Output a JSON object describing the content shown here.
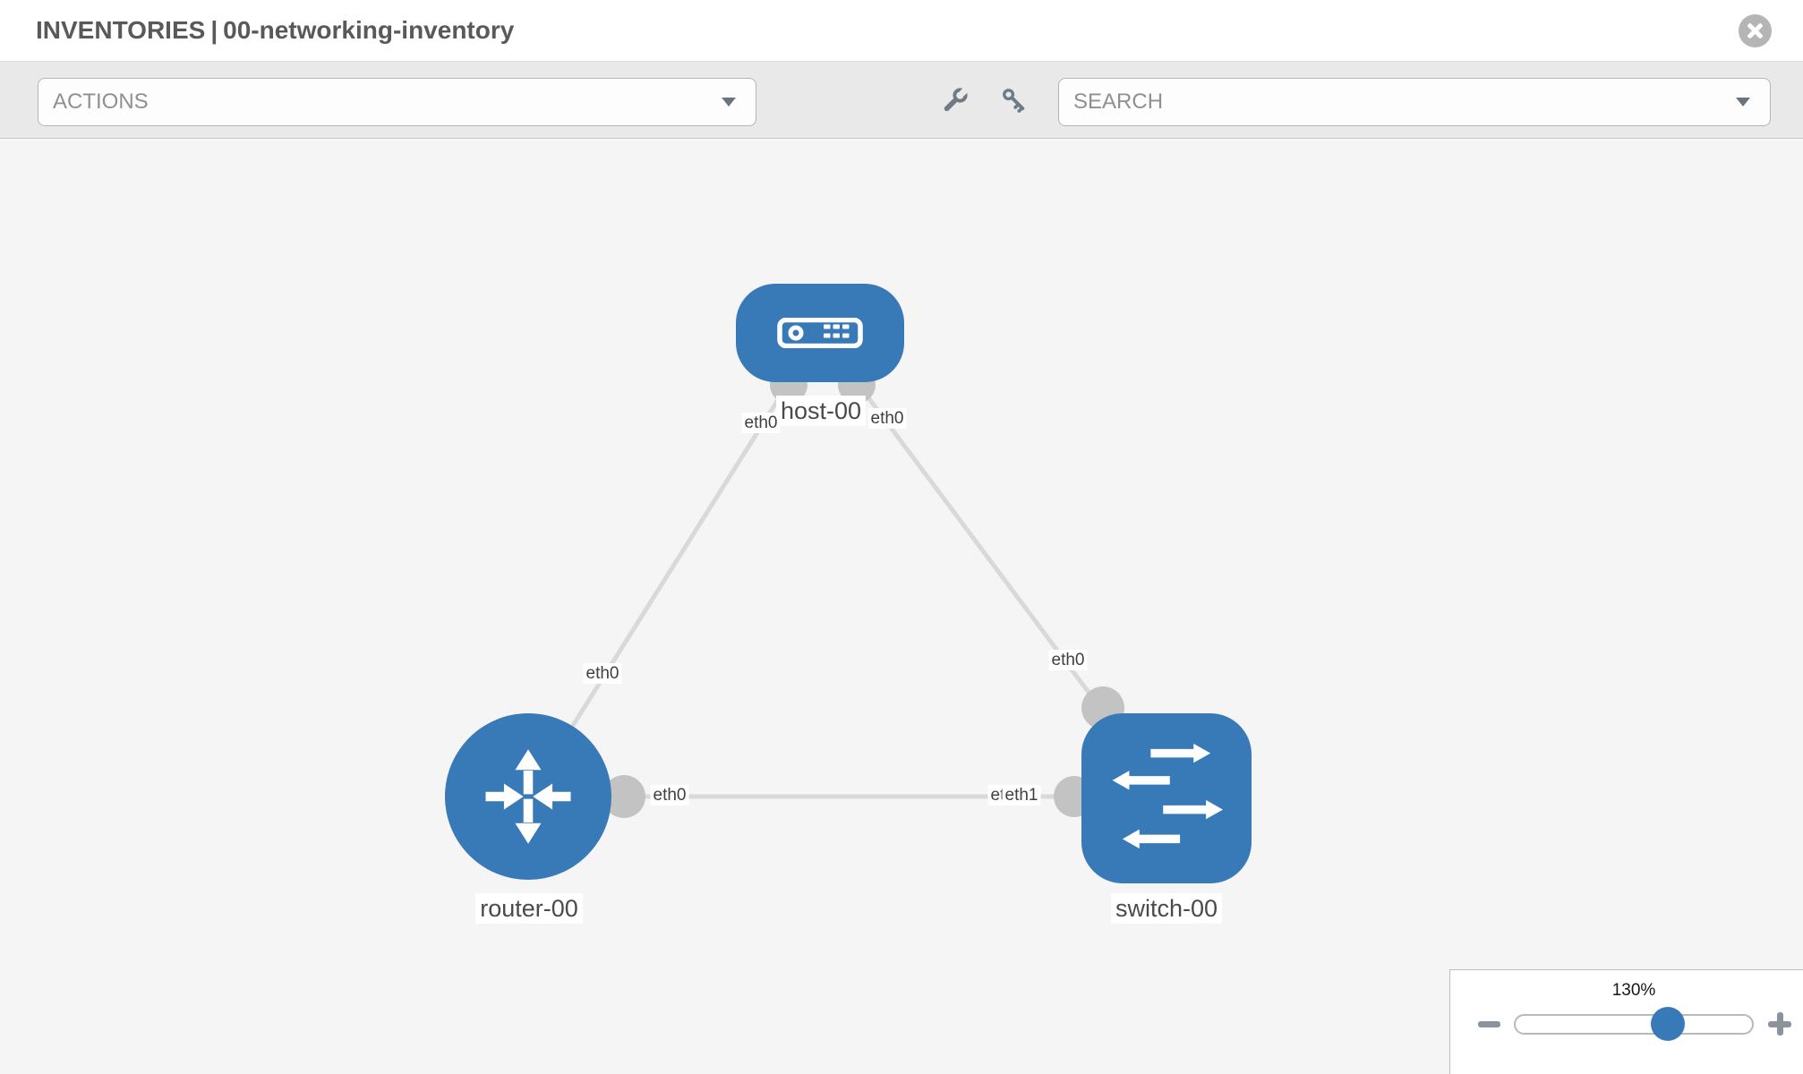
{
  "header": {
    "breadcrumb_primary": "INVENTORIES",
    "breadcrumb_separator": "|",
    "breadcrumb_secondary": "00-networking-inventory"
  },
  "toolbar": {
    "actions_label": "ACTIONS",
    "search_label": "SEARCH"
  },
  "icons": {
    "close-icon": "css-circle-x",
    "wrench-icon": "svg-wrench",
    "key-icon": "svg-key",
    "actions-caret-icon": "css-triangle-down",
    "search-caret-icon": "css-triangle-down",
    "host-icon": "svg-server",
    "router-icon": "svg-route-arrows",
    "switch-icon": "svg-switch-arrows",
    "zoom-out-icon": "css-minus",
    "zoom-in-icon": "css-plus"
  },
  "colors": {
    "node_blue": "#3879b7",
    "link_gray": "#d9d9d9",
    "port_gray": "#c3c3c3",
    "canvas_bg": "#f5f5f5",
    "toolbar_bg": "#e9e9e9"
  },
  "topology": {
    "nodes": [
      {
        "id": "host-00",
        "type": "host"
      },
      {
        "id": "router-00",
        "type": "router"
      },
      {
        "id": "switch-00",
        "type": "switch"
      }
    ],
    "links": [
      {
        "from": "host-00",
        "to": "router-00"
      },
      {
        "from": "host-00",
        "to": "switch-00"
      },
      {
        "from": "router-00",
        "to": "switch-00"
      }
    ],
    "interface_labels": [
      {
        "text": "eth0",
        "link": "host-router",
        "end": "host"
      },
      {
        "text": "eth0",
        "link": "host-switch",
        "end": "host"
      },
      {
        "text": "eth0",
        "link": "host-router",
        "end": "router"
      },
      {
        "text": "eth0",
        "link": "host-switch",
        "end": "switch"
      },
      {
        "text": "eth0",
        "link": "router-switch",
        "end": "router"
      },
      {
        "text": "eth0",
        "link": "router-switch",
        "end": "switch-under"
      },
      {
        "text": "eth1",
        "link": "router-switch",
        "end": "switch"
      }
    ]
  },
  "zoom_control": {
    "level": "130%"
  }
}
